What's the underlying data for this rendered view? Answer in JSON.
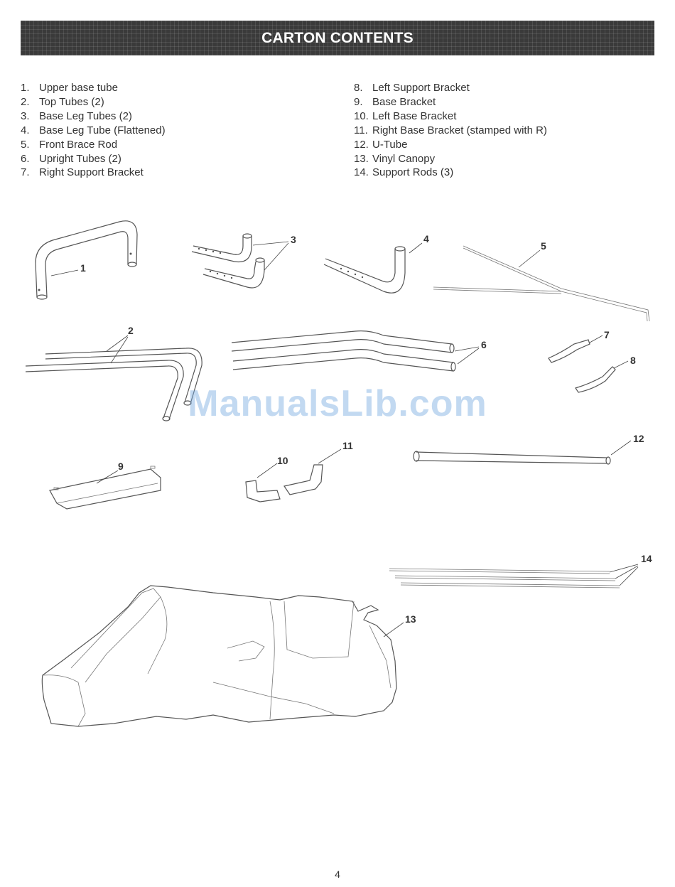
{
  "header": {
    "title": "CARTON CONTENTS"
  },
  "parts_left": [
    {
      "num": "1.",
      "name": "Upper base tube"
    },
    {
      "num": "2.",
      "name": "Top Tubes (2)"
    },
    {
      "num": "3.",
      "name": "Base Leg Tubes (2)"
    },
    {
      "num": "4.",
      "name": "Base Leg Tube (Flattened)"
    },
    {
      "num": "5.",
      "name": "Front Brace Rod"
    },
    {
      "num": "6.",
      "name": "Upright Tubes (2)"
    },
    {
      "num": "7.",
      "name": "Right Support Bracket"
    }
  ],
  "parts_right": [
    {
      "num": "8.",
      "name": "Left Support Bracket"
    },
    {
      "num": "9.",
      "name": "Base Bracket"
    },
    {
      "num": "10.",
      "name": "Left Base Bracket"
    },
    {
      "num": "11.",
      "name": "Right Base Bracket (stamped with R)"
    },
    {
      "num": "12.",
      "name": "U-Tube"
    },
    {
      "num": "13.",
      "name": "Vinyl Canopy"
    },
    {
      "num": "14.",
      "name": "Support Rods (3)"
    }
  ],
  "callouts": [
    "1",
    "2",
    "3",
    "4",
    "5",
    "6",
    "7",
    "8",
    "9",
    "10",
    "11",
    "12",
    "13",
    "14"
  ],
  "watermark": "ManualsLib.com",
  "page_number": "4"
}
